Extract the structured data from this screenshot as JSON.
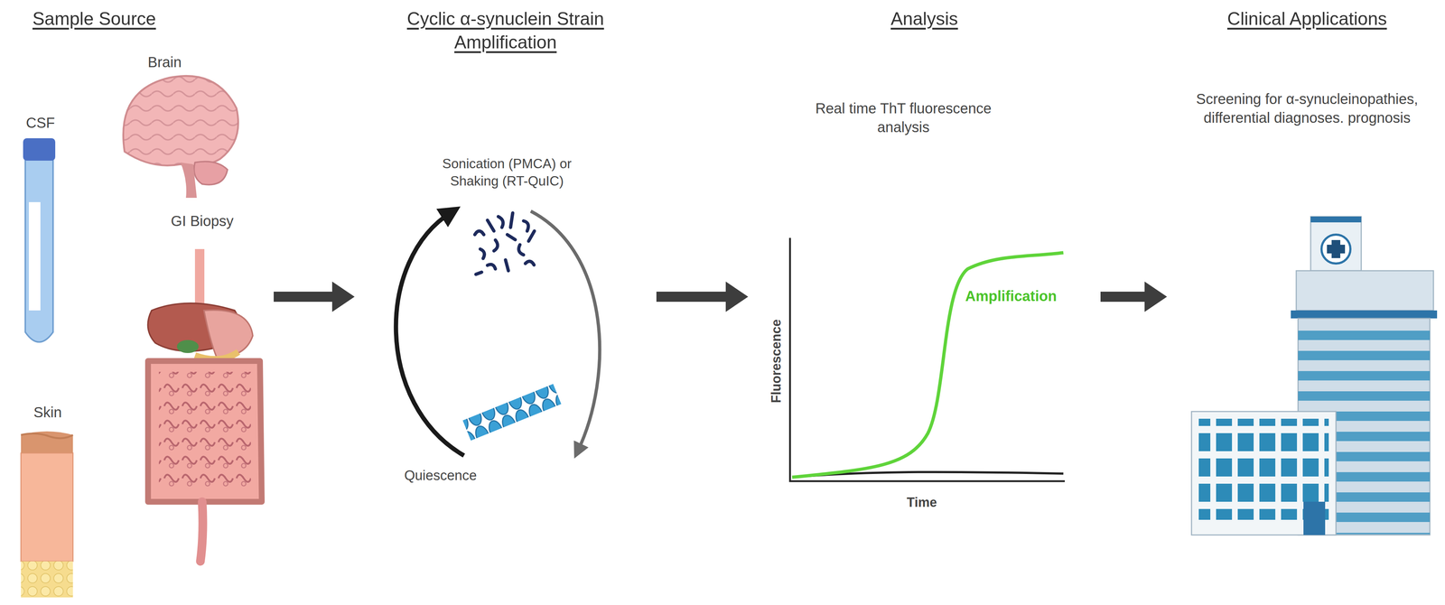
{
  "diagram": {
    "nodes": [
      {
        "text": [
          "Sample Source"
        ]
      },
      {
        "text": [
          "Cyclic α-synuclein Strain Amplification"
        ]
      },
      {
        "text": [
          "Analysis"
        ]
      },
      {
        "text": [
          "Clinical Applications"
        ]
      }
    ],
    "edges": [
      {
        "from": 0,
        "to": 1,
        "arrow": "to"
      },
      {
        "from": 1,
        "to": 2,
        "arrow": "to"
      },
      {
        "from": 2,
        "to": 3,
        "arrow": "to"
      }
    ],
    "labels": [
      "CSF",
      "Brain",
      "GI Biopsy",
      "Skin",
      "Sonication (PMCA) or Shaking (RT-QuIC)",
      "Quiescence",
      "Real time ThT fluorescence analysis",
      "Fluorescence",
      "Time",
      "Amplification",
      "Screening for α-synucleinopathies, differential diagnoses. prognosis"
    ]
  }
}
